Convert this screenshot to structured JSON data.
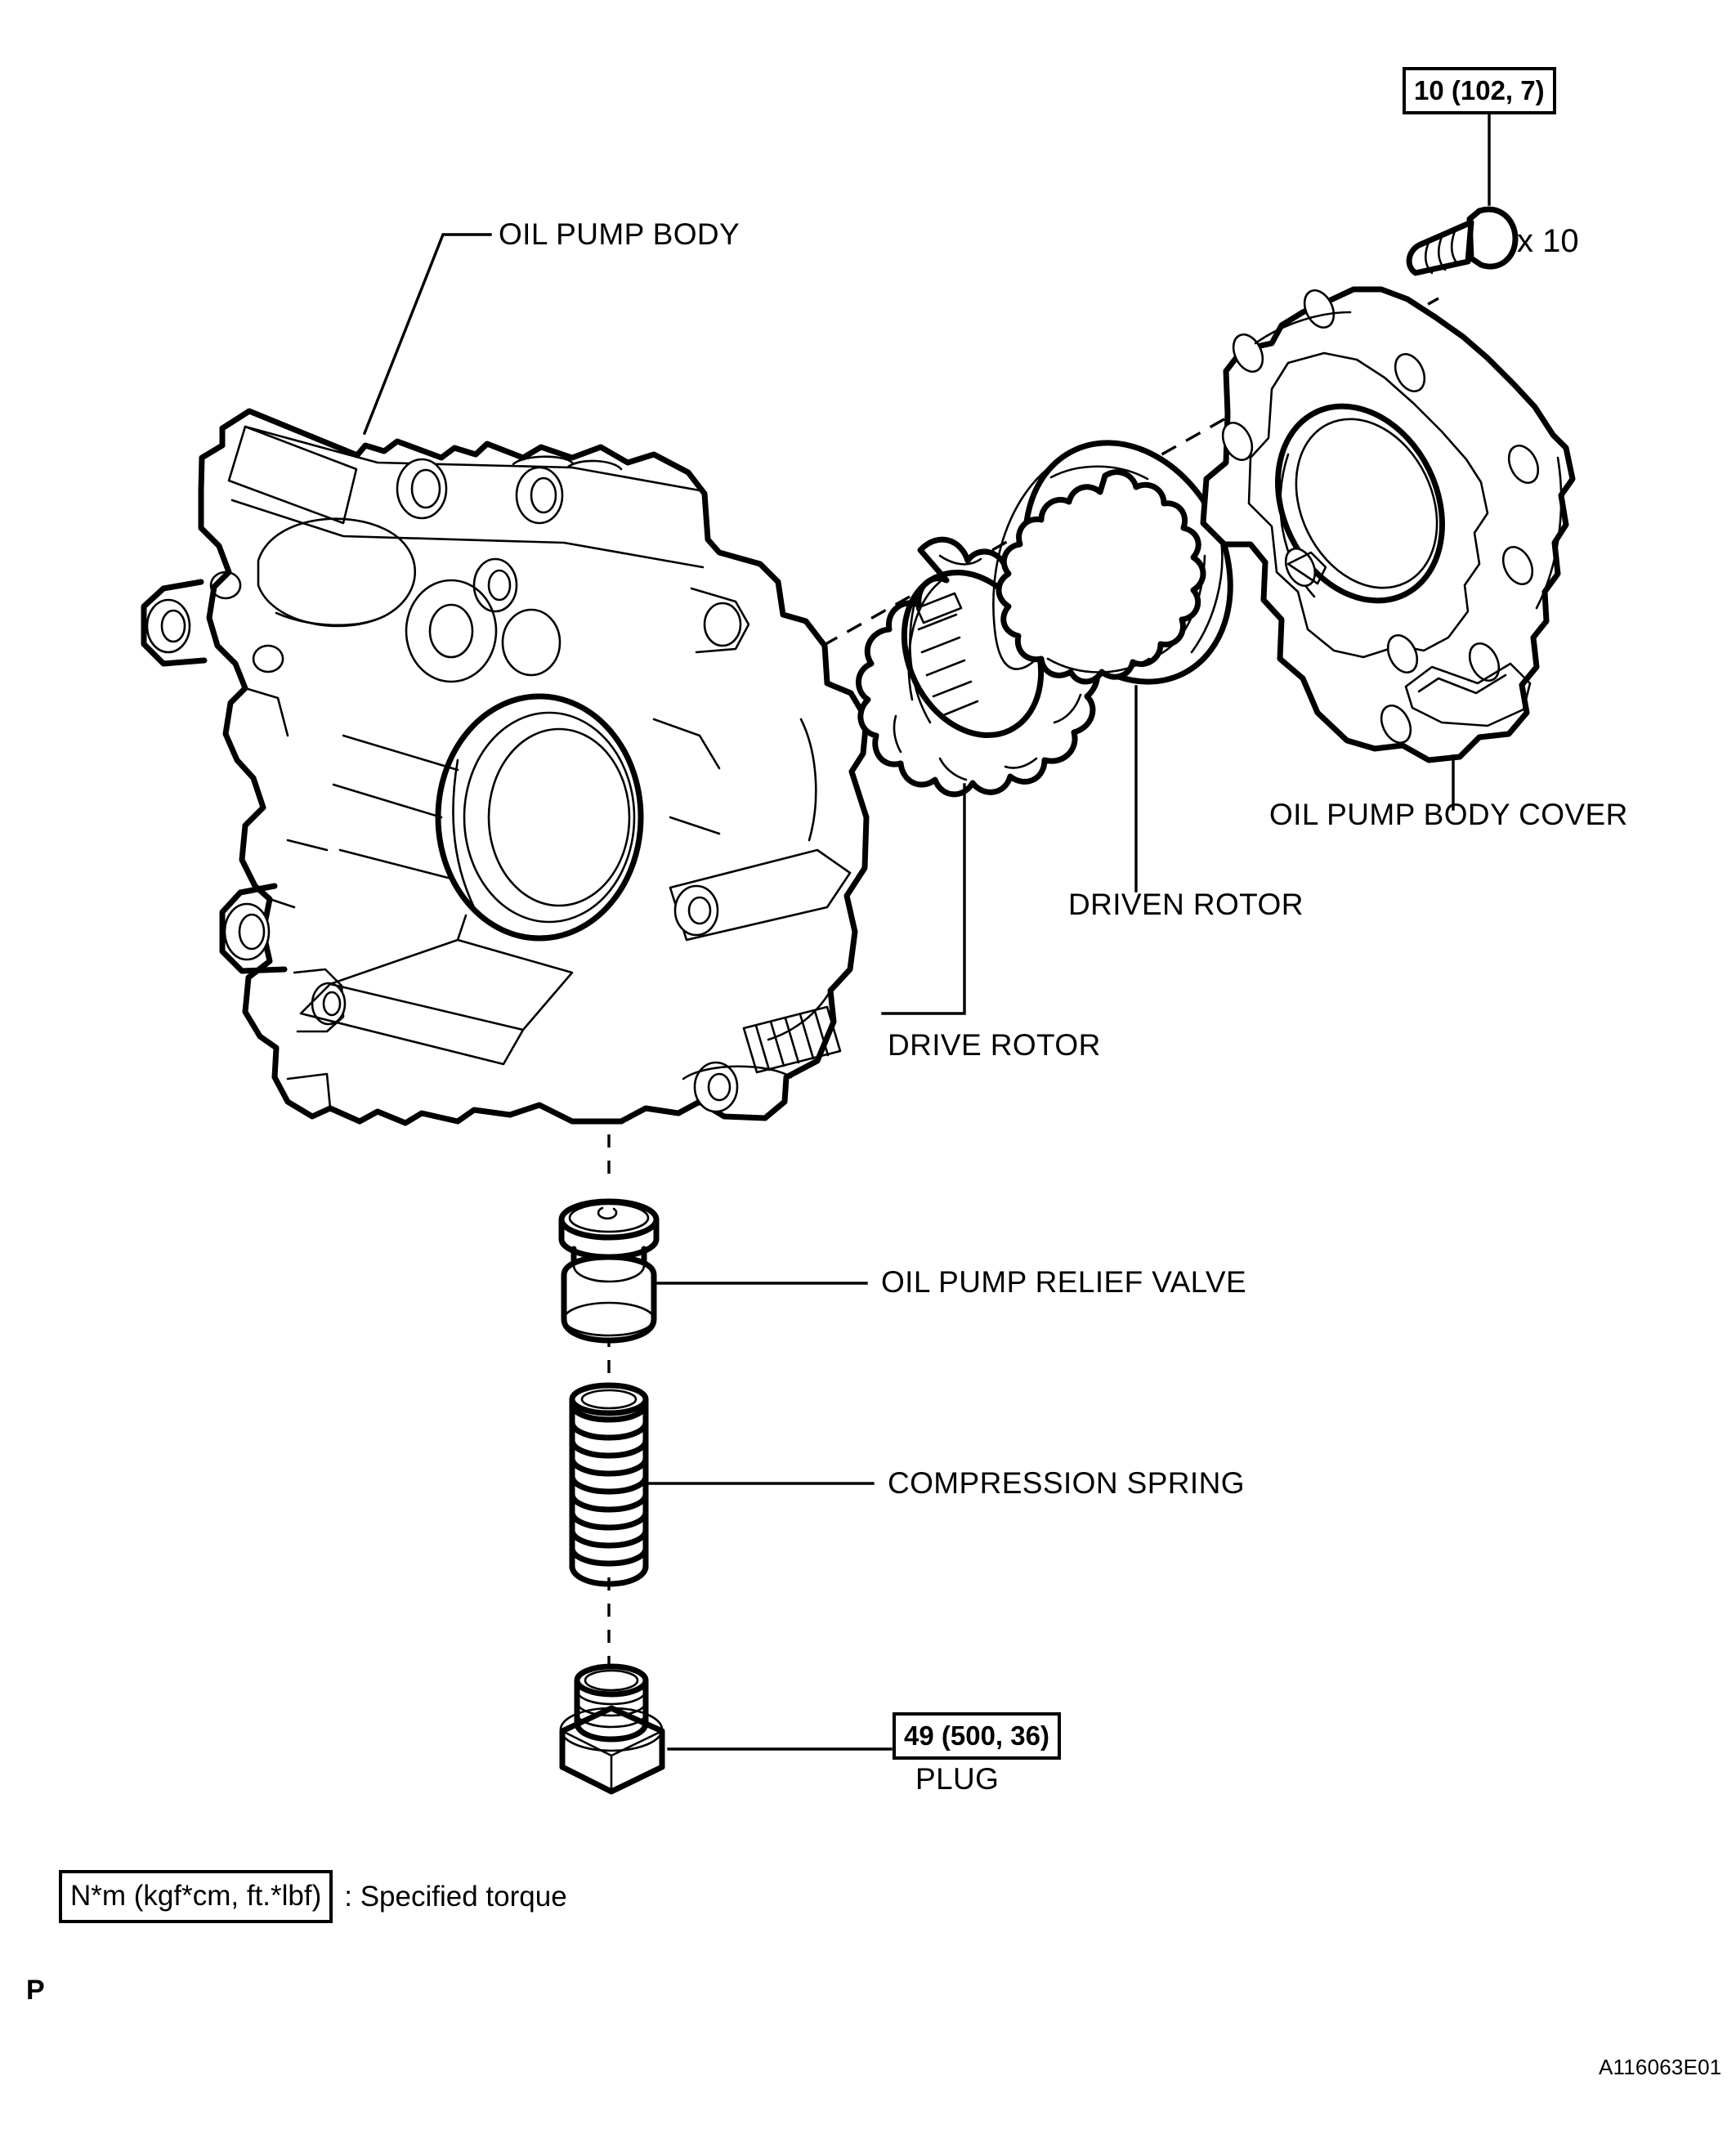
{
  "figure": {
    "id_code": "A116063E01",
    "corner_mark": "P",
    "title_implied": "Oil Pump Exploded View"
  },
  "torque_specs": [
    {
      "name": "cover-bolt-torque",
      "value": "10 (102, 7)",
      "applies_to": "oil-pump-body-cover bolts"
    },
    {
      "name": "plug-torque",
      "value": "49 (500, 36)",
      "applies_to": "plug"
    }
  ],
  "callouts": {
    "oil_pump_body": "OIL PUMP BODY",
    "oil_pump_body_cover": "OIL PUMP BODY COVER",
    "driven_rotor": "DRIVEN ROTOR",
    "drive_rotor": "DRIVE ROTOR",
    "oil_pump_relief_valve": "OIL PUMP RELIEF VALVE",
    "compression_spring": "COMPRESSION SPRING",
    "plug": "PLUG"
  },
  "quantities": {
    "bolt_multiplier": "x 10"
  },
  "legend": {
    "key": "N*m (kgf*cm, ft.*lbf)",
    "description": ": Specified torque"
  },
  "colors": {
    "ink": "#000000",
    "paper": "#ffffff"
  }
}
